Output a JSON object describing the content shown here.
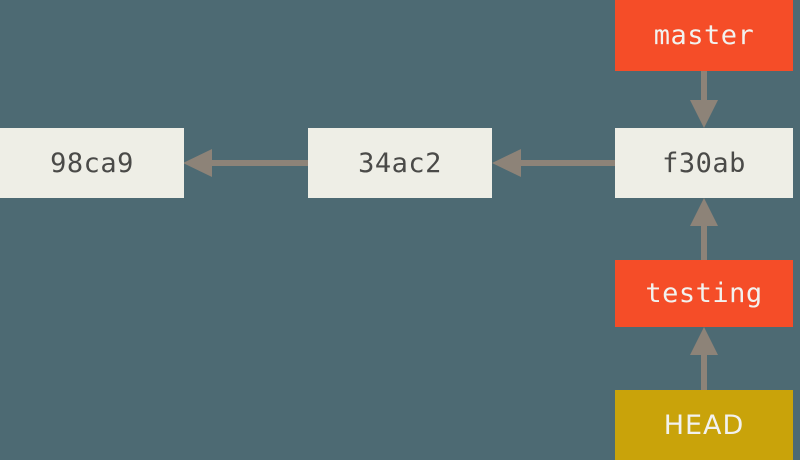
{
  "diagram": {
    "title": "Git branch pointers diagram",
    "background_color": "#4d6a73",
    "arrow_color": "#8d8378",
    "commit_box_color": "#eeeee6",
    "commit_text_color": "#4a4a48",
    "branch_box_color": "#f54d28",
    "branch_text_color": "#f2f2ef",
    "head_box_color": "#c9a30a",
    "head_text_color": "#f2f2ef"
  },
  "commits": [
    {
      "label": "98ca9"
    },
    {
      "label": "34ac2"
    },
    {
      "label": "f30ab"
    }
  ],
  "branches": [
    {
      "label": "master"
    },
    {
      "label": "testing"
    }
  ],
  "head": {
    "label": "HEAD"
  },
  "arrows": [
    {
      "name": "arrow-34ac2-to-98ca9",
      "direction": "left"
    },
    {
      "name": "arrow-f30ab-to-34ac2",
      "direction": "left"
    },
    {
      "name": "arrow-master-to-f30ab",
      "direction": "down"
    },
    {
      "name": "arrow-testing-to-f30ab",
      "direction": "up"
    },
    {
      "name": "arrow-head-to-testing",
      "direction": "up"
    }
  ]
}
